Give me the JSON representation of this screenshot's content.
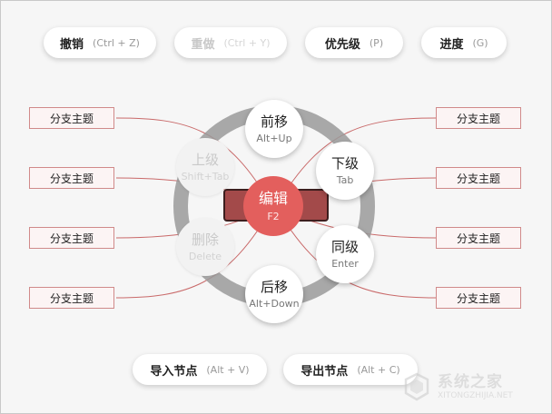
{
  "toolbar": {
    "undo": {
      "label": "撤销",
      "shortcut": "(Ctrl + Z)"
    },
    "redo": {
      "label": "重做",
      "shortcut": "(Ctrl + Y)"
    },
    "priority": {
      "label": "优先级",
      "shortcut": "(P)"
    },
    "progress": {
      "label": "进度",
      "shortcut": "(G)"
    }
  },
  "bottom_bar": {
    "import": {
      "label": "导入节点",
      "shortcut": "(Alt + V)"
    },
    "export": {
      "label": "导出节点",
      "shortcut": "(Alt + C)"
    }
  },
  "wheel": {
    "center": {
      "label": "编辑",
      "key": "F2"
    },
    "forward": {
      "label": "前移",
      "key": "Alt+Up"
    },
    "child": {
      "label": "下级",
      "key": "Tab"
    },
    "sibling": {
      "label": "同级",
      "key": "Enter"
    },
    "backward": {
      "label": "后移",
      "key": "Alt+Down"
    },
    "delete": {
      "label": "删除",
      "key": "Delete"
    },
    "parent": {
      "label": "上级",
      "key": "Shift+Tab"
    }
  },
  "branches": {
    "left": [
      "分支主题",
      "分支主题",
      "分支主题",
      "分支主题"
    ],
    "right": [
      "分支主题",
      "分支主题",
      "分支主题",
      "分支主题"
    ]
  },
  "watermark": {
    "text": "系统之家",
    "url": "XITONGZHIJIA.NET"
  },
  "colors": {
    "accent": "#e35f5d",
    "center_bar": "#a34a4a",
    "branch_border": "#d08a8a",
    "link_line": "#c96a6a",
    "ring": "#9a9a9a"
  }
}
